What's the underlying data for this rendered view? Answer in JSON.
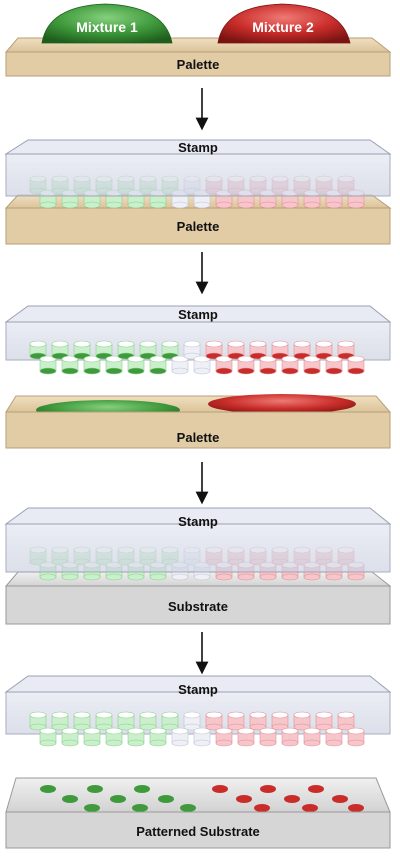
{
  "colors": {
    "green": "#3f9a3c",
    "red": "#c92d2a",
    "palette": "#e7d2ad",
    "substrate": "#dcdcdc",
    "stamp": "#d7dbe8",
    "arrow": "#111111"
  },
  "steps": [
    {
      "blob_labels": [
        "Mixture 1",
        "Mixture 2"
      ],
      "base_label": "Palette"
    },
    {
      "stamp_label": "Stamp",
      "base_label": "Palette"
    },
    {
      "stamp_label": "Stamp",
      "base_label": "Palette"
    },
    {
      "stamp_label": "Stamp",
      "base_label": "Substrate"
    },
    {
      "stamp_label": "Stamp",
      "base_label": "Patterned Substrate"
    }
  ]
}
